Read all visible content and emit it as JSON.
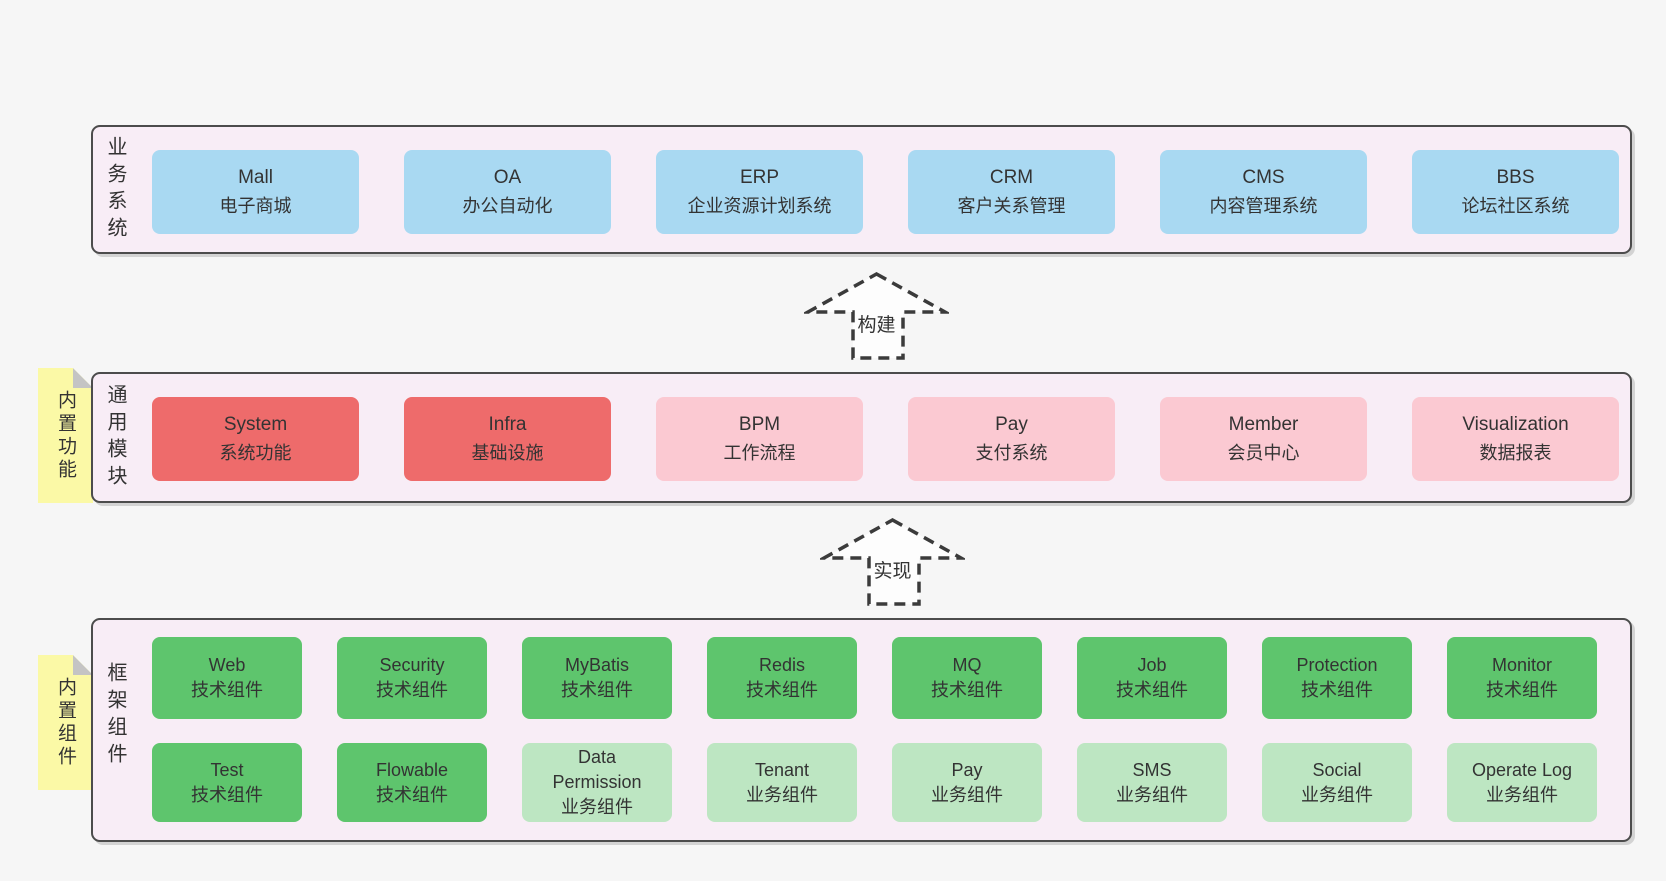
{
  "colors": {
    "page_bg": "#f6f6f6",
    "panel_bg": "#f8edf6",
    "panel_border": "#4c4c4c",
    "text": "#333333",
    "blue": "#a9d9f2",
    "red": "#ee6b6b",
    "pink": "#fbc9d2",
    "green_dark": "#5ec56d",
    "green_light": "#bde6c2",
    "tag_bg": "#fbf9a6",
    "tag_fold": "#c4c4c4",
    "arrow_stroke": "#3b3b3b",
    "arrow_fill": "#fdfdfd"
  },
  "arrows": {
    "build": "构建",
    "implement": "实现"
  },
  "layers": {
    "business": {
      "label": "业务系统",
      "boxes": [
        {
          "name": "Mall",
          "desc": "电子商城",
          "type": "blue"
        },
        {
          "name": "OA",
          "desc": "办公自动化",
          "type": "blue"
        },
        {
          "name": "ERP",
          "desc": "企业资源计划系统",
          "type": "blue"
        },
        {
          "name": "CRM",
          "desc": "客户关系管理",
          "type": "blue"
        },
        {
          "name": "CMS",
          "desc": "内容管理系统",
          "type": "blue"
        },
        {
          "name": "BBS",
          "desc": "论坛社区系统",
          "type": "blue"
        }
      ]
    },
    "modules": {
      "label": "通用模块",
      "tag": "内置功能",
      "boxes": [
        {
          "name": "System",
          "desc": "系统功能",
          "type": "red"
        },
        {
          "name": "Infra",
          "desc": "基础设施",
          "type": "red"
        },
        {
          "name": "BPM",
          "desc": "工作流程",
          "type": "pink"
        },
        {
          "name": "Pay",
          "desc": "支付系统",
          "type": "pink"
        },
        {
          "name": "Member",
          "desc": "会员中心",
          "type": "pink"
        },
        {
          "name": "Visualization",
          "desc": "数据报表",
          "type": "pink"
        }
      ]
    },
    "framework": {
      "label": "框架组件",
      "tag": "内置组件",
      "row1": [
        {
          "name": "Web",
          "desc": "技术组件",
          "type": "green_dark"
        },
        {
          "name": "Security",
          "desc": "技术组件",
          "type": "green_dark"
        },
        {
          "name": "MyBatis",
          "desc": "技术组件",
          "type": "green_dark"
        },
        {
          "name": "Redis",
          "desc": "技术组件",
          "type": "green_dark"
        },
        {
          "name": "MQ",
          "desc": "技术组件",
          "type": "green_dark"
        },
        {
          "name": "Job",
          "desc": "技术组件",
          "type": "green_dark"
        },
        {
          "name": "Protection",
          "desc": "技术组件",
          "type": "green_dark"
        },
        {
          "name": "Monitor",
          "desc": "技术组件",
          "type": "green_dark"
        }
      ],
      "row2": [
        {
          "name": "Test",
          "desc": "技术组件",
          "type": "green_dark"
        },
        {
          "name": "Flowable",
          "desc": "技术组件",
          "type": "green_dark"
        },
        {
          "name": "Data Permission",
          "desc": "业务组件",
          "type": "green_light"
        },
        {
          "name": "Tenant",
          "desc": "业务组件",
          "type": "green_light"
        },
        {
          "name": "Pay",
          "desc": "业务组件",
          "type": "green_light"
        },
        {
          "name": "SMS",
          "desc": "业务组件",
          "type": "green_light"
        },
        {
          "name": "Social",
          "desc": "业务组件",
          "type": "green_light"
        },
        {
          "name": "Operate Log",
          "desc": "业务组件",
          "type": "green_light"
        }
      ]
    }
  }
}
